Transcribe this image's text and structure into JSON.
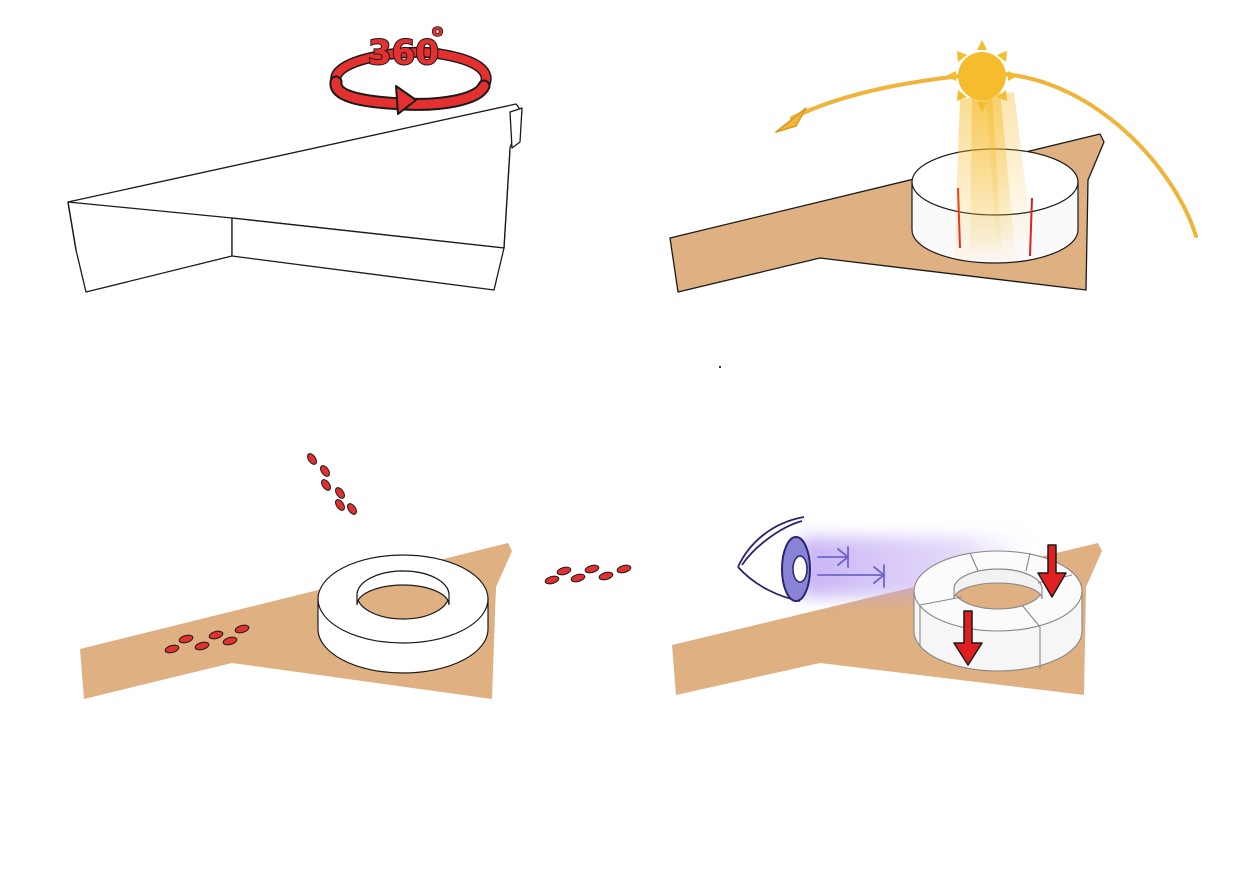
{
  "panels": [
    {
      "id": "site-massing",
      "badge_text": "360",
      "badge_degree": "o"
    },
    {
      "id": "sun-path"
    },
    {
      "id": "pedestrian-flow"
    },
    {
      "id": "view-corridor"
    }
  ],
  "colors": {
    "ground": "#deb082",
    "outline": "#1a1a1a",
    "red": "#e02020",
    "red_dark": "#b30000",
    "sun": "#f5bc2e",
    "eye": "#8a84d6",
    "eye_stroke": "#2a2470",
    "view_glow": "#b59af0",
    "footprint": "#e03030"
  }
}
